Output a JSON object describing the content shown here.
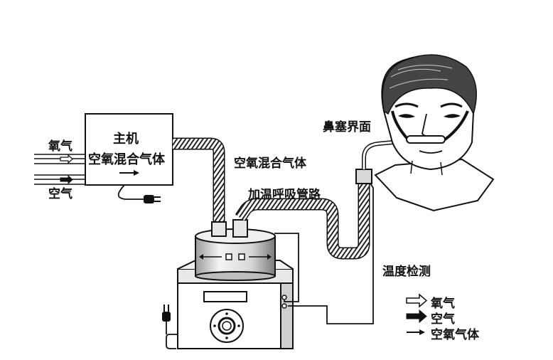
{
  "labels": {
    "host_title": "主机",
    "host_subtitle": "空氧混合气体",
    "oxygen_in": "氧气",
    "air_in": "空气",
    "mixed_gas": "空氧混合气体",
    "heated_tube": "加温呼吸管路",
    "nasal_interface": "鼻塞界面",
    "temp_monitor": "温度检测"
  },
  "legend": [
    {
      "label": "氧气"
    },
    {
      "label": "空气"
    },
    {
      "label": "空氧气体"
    }
  ]
}
